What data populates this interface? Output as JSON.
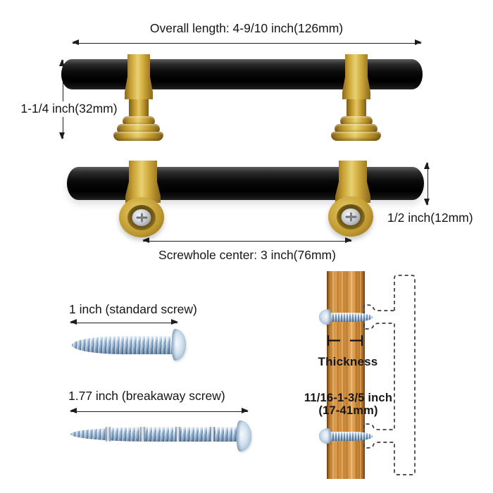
{
  "front_view": {
    "overall_length_label": "Overall length: 4-9/10 inch(126mm)",
    "height_label": "1-1/4 inch(32mm)"
  },
  "bottom_view": {
    "diameter_label": "1/2 inch(12mm)",
    "center_distance_label": "Screwhole center: 3 inch(76mm)"
  },
  "screws": {
    "standard_label": "1 inch (standard screw)",
    "breakaway_label": "1.77 inch (breakaway screw)"
  },
  "mounting": {
    "thickness_label": "Thickness",
    "thickness_range_line1": "11/16-1-3/5 inch",
    "thickness_range_line2": "(17-41mm)"
  },
  "colors": {
    "brass_gold": "#c9a436",
    "handle_black": "#0c0c0c",
    "screw_steel_blue": "#b9cfe3",
    "wood_brown": "#cd8a3e",
    "annotation_black": "#1c1c1c"
  }
}
